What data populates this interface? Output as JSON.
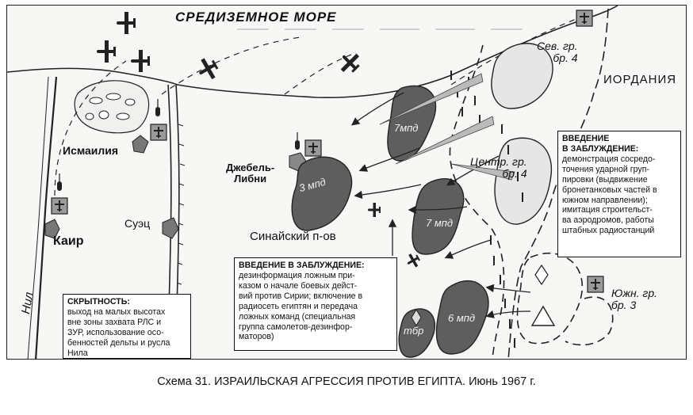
{
  "map": {
    "sea_label": "СРЕДИЗЕМНОЕ МОРЕ",
    "country_label": "ИОРДАНИЯ",
    "peninsula_label": "Синайский п-ов",
    "river_label": "Нил",
    "cities": {
      "ismailia": "Исмаилия",
      "suez": "Суэц",
      "cairo": "Каир",
      "jebel_libni": "Джебель-\nЛибни"
    },
    "units": {
      "mpd_3": "3 мпд",
      "mpd_7_north": "7мпд",
      "mpd_7_south": "7 мпд",
      "mpd_6": "6 мпд",
      "tbr": "тбр"
    },
    "groups": {
      "north": "Сев. гр.\nбр. 4",
      "center": "Центр. гр.\nбр. 4",
      "south": "Южн. гр.\nбр. 3"
    }
  },
  "notes": {
    "deception_right": {
      "title": "ВВЕДЕНИЕ\nВ ЗАБЛУЖДЕНИЕ:",
      "text": "демонстрация сосредо-\nточения ударной груп-\nпировки (выдвижение\nбронетанковых частей в\nюжном направлении);\nимитация строительст-\nва аэродромов, работы\nштабных радиостанций"
    },
    "deception_center": {
      "title": "ВВЕДЕНИЕ В ЗАБЛУЖДЕНИЕ:",
      "text": "дезинформация ложным при-\nказом о начале боевых дейст-\nвий против Сирии; включение в\nрадиосеть египтян и передача\nложных команд (специальная\nгруппа самолетов-дезинфор-\nматоров)"
    },
    "stealth": {
      "title": "СКРЫТНОСТЬ:",
      "text": "выход на малых высотах\nвне зоны захвата РЛС и\nЗУР, использование осо-\nбенностей дельты и русла\nНила"
    }
  },
  "caption": {
    "prefix": "Схема 31. ",
    "title": "ИЗРАИЛЬСКАЯ АГРЕССИЯ ПРОТИВ ЕГИПТА.",
    "date": " Июнь 1967 г."
  },
  "colors": {
    "land": "#f7f7f5",
    "unit_fill": "#5e5e5e",
    "group_fill": "#e6e6e6",
    "line": "#222222"
  },
  "icons": [
    "airplane-icon",
    "airfield-icon",
    "radar-icon",
    "flag-icon"
  ]
}
